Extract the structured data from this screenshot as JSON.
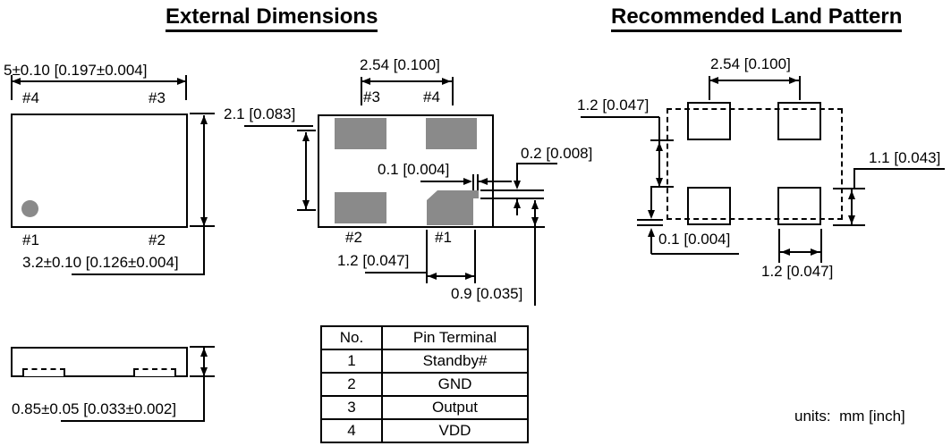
{
  "external": {
    "title": "External Dimensions",
    "top_view": {
      "width": "5±0.10 [0.197±0.004]",
      "height": "3.2±0.10 [0.126±0.004]",
      "pin_top_left": "#4",
      "pin_top_right": "#3",
      "pin_bottom_left": "#1",
      "pin_bottom_right": "#2"
    },
    "bottom_view": {
      "pad_pitch_x": "2.54 [0.100]",
      "pad_pitch_y": "2.1 [0.083]",
      "pad_edge_gap": "0.1 [0.004]",
      "pad_step": "0.2 [0.008]",
      "pad_width": "1.2 [0.047]",
      "pad_lower_height": "0.9 [0.035]",
      "pin_top_left": "#3",
      "pin_top_right": "#4",
      "pin_bottom_left": "#2",
      "pin_bottom_right": "#1"
    },
    "side_view": {
      "height": "0.85±0.05 [0.033±0.002]"
    }
  },
  "land_pattern": {
    "title": "Recommended Land Pattern",
    "pad_pitch_x": "2.54 [0.100]",
    "pad_gap_y": "1.2 [0.047]",
    "pad_overhang": "0.1 [0.004]",
    "pad_height": "1.1 [0.043]",
    "pad_width": "1.2 [0.047]"
  },
  "pin_table": {
    "headers": [
      "No.",
      "Pin Terminal"
    ],
    "rows": [
      [
        "1",
        "Standby#"
      ],
      [
        "2",
        "GND"
      ],
      [
        "3",
        "Output"
      ],
      [
        "4",
        "VDD"
      ]
    ]
  },
  "units_note": "units:  mm [inch]",
  "colors": {
    "pad_fill": "#8a8a8a",
    "line": "#000000"
  }
}
